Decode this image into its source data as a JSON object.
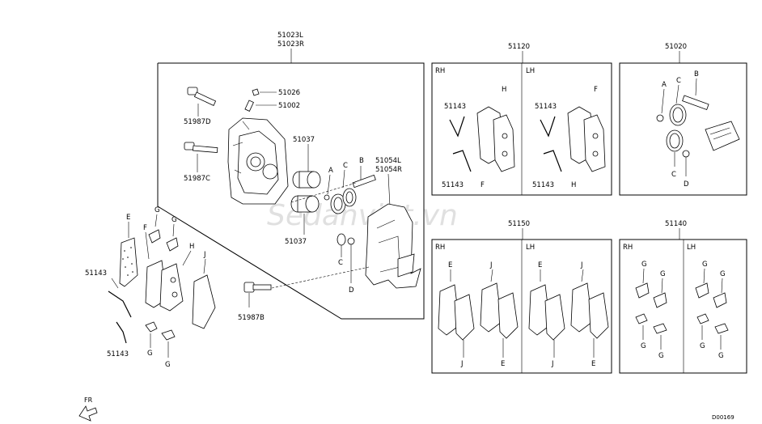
{
  "main_assembly": {
    "label_l": "51023L",
    "label_r": "51023R"
  },
  "callouts": {
    "p51026": "51026",
    "p51002": "51002",
    "p51987D": "51987D",
    "p51987C": "51987C",
    "p51037a": "51037",
    "p51037b": "51037",
    "p51054L": "51054L",
    "p51054R": "51054R",
    "p51987B": "51987B",
    "p51143a": "51143",
    "p51143b": "51143",
    "A": "A",
    "B": "B",
    "C": "C",
    "C2": "C",
    "D": "D",
    "E": "E",
    "F": "F",
    "G1": "G",
    "G2": "G",
    "G3": "G",
    "G4": "G",
    "H": "H",
    "J": "J"
  },
  "kit_51120": {
    "title": "51120",
    "rh": "RH",
    "lh": "LH",
    "rh_labels": {
      "p1": "51143",
      "p2": "51143",
      "h": "H",
      "f": "F"
    },
    "lh_labels": {
      "p1": "51143",
      "p2": "51143",
      "f": "F",
      "h": "H"
    }
  },
  "kit_51020": {
    "title": "51020",
    "labels": {
      "a": "A",
      "c": "C",
      "b": "B",
      "c2": "C",
      "d": "D"
    }
  },
  "kit_51150": {
    "title": "51150",
    "rh": "RH",
    "lh": "LH",
    "rh_labels": {
      "e": "E",
      "j": "J",
      "j2": "J",
      "e2": "E"
    },
    "lh_labels": {
      "e": "E",
      "j": "J",
      "j2": "J",
      "e2": "E"
    }
  },
  "kit_51140": {
    "title": "51140",
    "rh": "RH",
    "lh": "LH",
    "rh_labels": {
      "g1": "G",
      "g2": "G",
      "g3": "G",
      "g4": "G"
    },
    "lh_labels": {
      "g1": "G",
      "g2": "G",
      "g3": "G",
      "g4": "G"
    }
  },
  "front_marker": "FR",
  "diagram_code": "D00169",
  "watermark": "Sedanviet.vn"
}
